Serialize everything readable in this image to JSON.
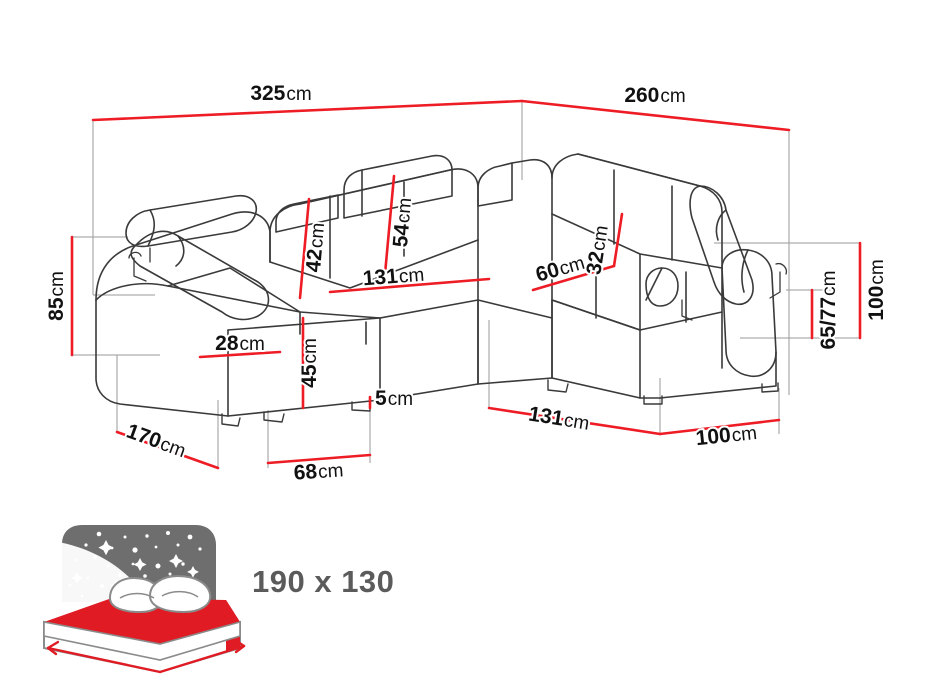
{
  "diagram": {
    "title": "Corner sofa bed dimension diagram",
    "units": "cm",
    "colors": {
      "dimension_line": "#ee1c25",
      "guide_line": "#9a9a9a",
      "outline": "#3a3a3a",
      "text": "#111111",
      "bed_text": "#5b5b5b",
      "bed_headboard": "#6e6e6e",
      "bed_mattress": "#e01b24"
    }
  },
  "dimensions": {
    "overall_width_left": {
      "value": "325",
      "unit": "cm",
      "name": "overall width of left section"
    },
    "overall_width_right": {
      "value": "260",
      "unit": "cm",
      "name": "overall width of right section"
    },
    "back_height_left": {
      "value": "85",
      "unit": "cm",
      "name": "left backrest height"
    },
    "headrest_low": {
      "value": "42",
      "unit": "cm",
      "name": "backrest height low"
    },
    "headrest_high": {
      "value": "54",
      "unit": "cm",
      "name": "backrest height raised"
    },
    "seat_depth_left": {
      "value": "131",
      "unit": "cm",
      "name": "left seat length"
    },
    "seat_width_right": {
      "value": "60",
      "unit": "cm",
      "name": "right seat width"
    },
    "backrest_right": {
      "value": "32",
      "unit": "cm",
      "name": "right backrest thickness"
    },
    "arm_height": {
      "value": "28",
      "unit": "cm",
      "name": "armrest height"
    },
    "seat_height": {
      "value": "45",
      "unit": "cm",
      "name": "seat height"
    },
    "leg_height": {
      "value": "5",
      "unit": "cm",
      "name": "leg height"
    },
    "chaise_depth": {
      "value": "170",
      "unit": "cm",
      "name": "chaise depth"
    },
    "chaise_width": {
      "value": "68",
      "unit": "cm",
      "name": "chaise width"
    },
    "right_depth": {
      "value": "131",
      "unit": "cm",
      "name": "right section depth"
    },
    "right_width": {
      "value": "100",
      "unit": "cm",
      "name": "right arm width"
    },
    "total_height_right": {
      "value": "100",
      "unit": "cm",
      "name": "total height right"
    },
    "back_height_range": {
      "value": "65/77",
      "unit": "cm",
      "name": "right backrest height range"
    }
  },
  "bed": {
    "label": "190 x 130",
    "icon_name": "sleeping-bed-icon"
  }
}
